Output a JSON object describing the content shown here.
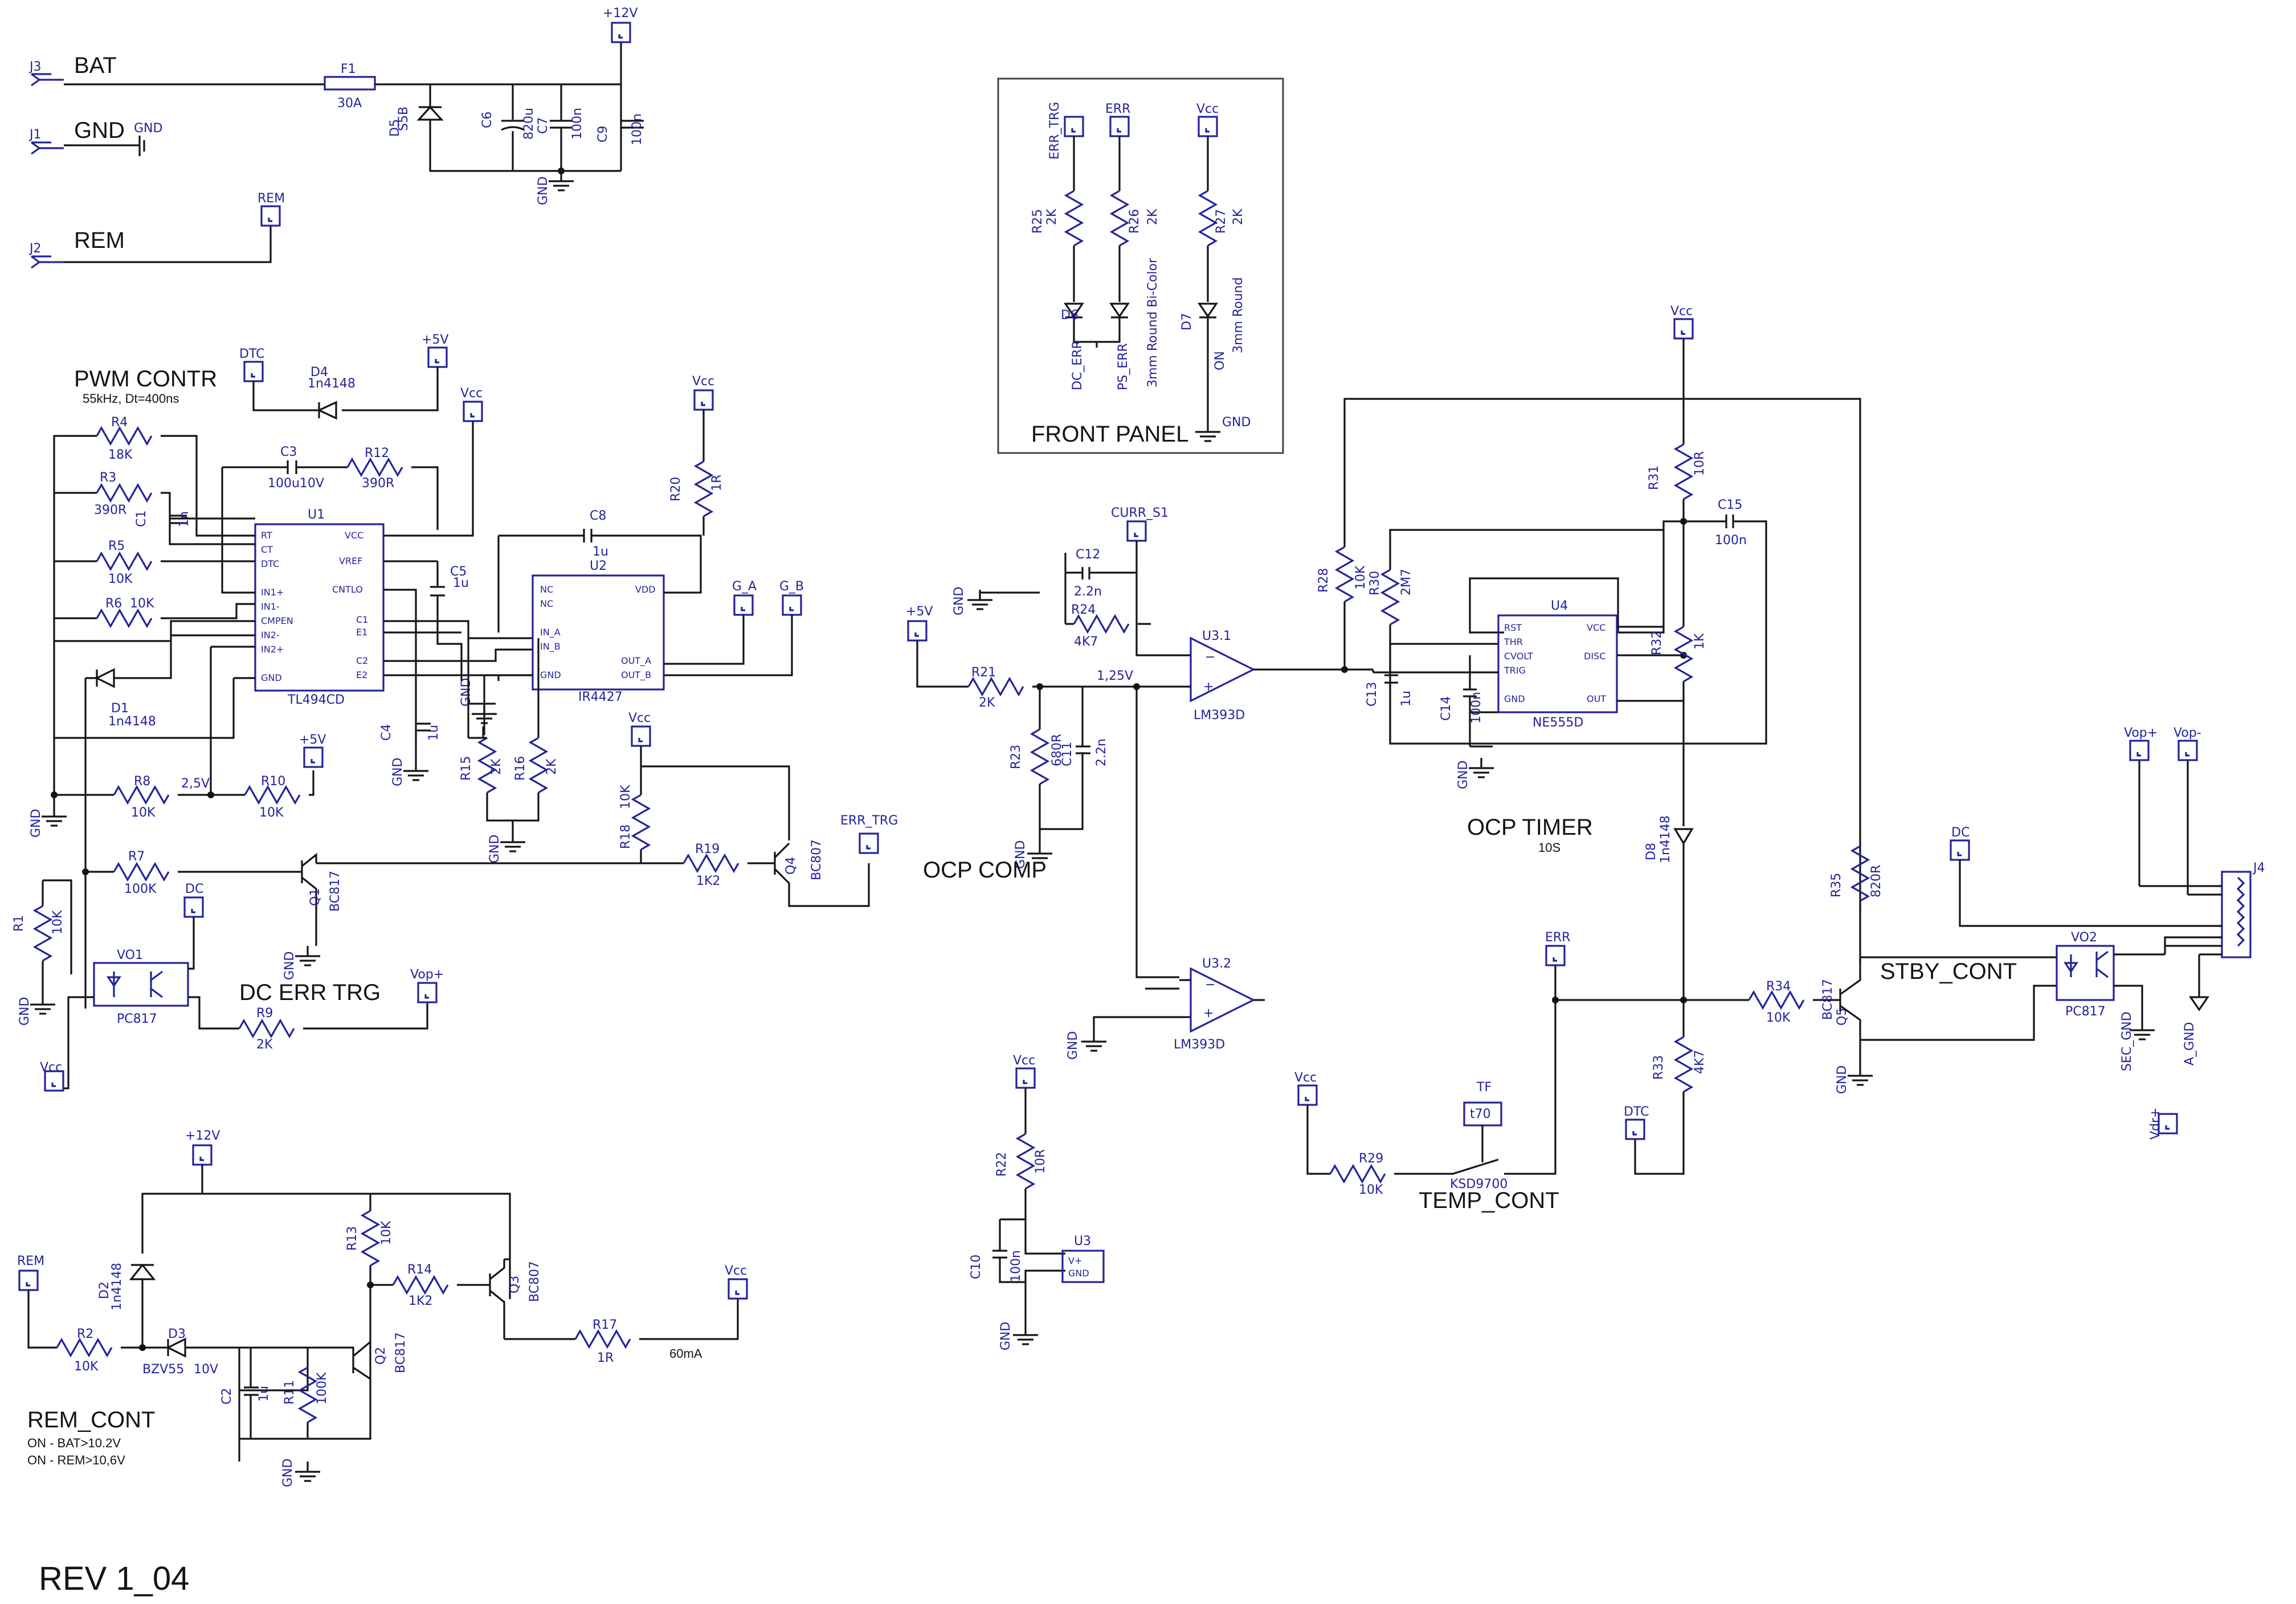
{
  "revision": "REV 1_04",
  "sections": {
    "pwm_contr": "PWM CONTR",
    "pwm_note": "55kHz, Dt=400ns",
    "dc_err_trg": "DC ERR TRG",
    "rem_cont": "REM_CONT",
    "rem_note1": "ON - BAT>10.2V",
    "rem_note2": "ON - REM>10,6V",
    "ocp_comp": "OCP COMP",
    "ocp_timer": "OCP TIMER",
    "ocp_timer_note": "10S",
    "stby_cont": "STBY_CONT",
    "temp_cont": "TEMP_CONT",
    "front_panel": "FRONT PANEL"
  },
  "connectors": [
    {
      "ref": "J3",
      "net": "BAT"
    },
    {
      "ref": "J1",
      "net": "GND"
    },
    {
      "ref": "J2",
      "net": "REM"
    },
    {
      "ref": "J4",
      "net": ""
    }
  ],
  "power_ports": {
    "p12v": "+12V",
    "p5v": "+5V",
    "vcc": "Vcc",
    "gnd": "GND",
    "dtc": "DTC",
    "rem": "REM",
    "err_trg": "ERR_TRG",
    "err": "ERR",
    "curr_s1": "CURR_S1",
    "g_a": "G_A",
    "g_b": "G_B",
    "dc": "DC",
    "vop_plus": "Vop+",
    "vop_minus": "Vop-",
    "sec_gnd": "SEC_GND",
    "a_gnd": "A_GND",
    "vdr_plus": "Vdr+",
    "tf": "TF",
    "t70": "t70"
  },
  "ics": {
    "u1": {
      "ref": "U1",
      "part": "TL494CD",
      "pins_left": [
        "RT",
        "CT",
        "DTC",
        "IN1+",
        "IN1-",
        "CMPEN",
        "IN2-",
        "IN2+",
        "GND"
      ],
      "pins_right": [
        "VCC",
        "VREF",
        "CNTLO",
        "C1",
        "E1",
        "C2",
        "E2"
      ]
    },
    "u2": {
      "ref": "U2",
      "part": "IR4427",
      "pins_left": [
        "NC",
        "NC",
        "IN_A",
        "IN_B",
        "GND"
      ],
      "pins_right": [
        "VDD",
        "OUT_A",
        "OUT_B"
      ]
    },
    "u4": {
      "ref": "U4",
      "part": "NE555D",
      "pins_left": [
        "RST",
        "THR",
        "CVOLT",
        "TRIG",
        "GND"
      ],
      "pins_right": [
        "VCC",
        "DISC",
        "OUT"
      ]
    },
    "u31": {
      "ref": "U3.1",
      "part": "LM393D"
    },
    "u32": {
      "ref": "U3.2",
      "part": "LM393D"
    },
    "u3": {
      "ref": "U3",
      "pins": [
        "V+",
        "GND"
      ]
    }
  },
  "components": {
    "F1": "30A",
    "D5": "S5B",
    "C6": "820u",
    "C7": "100n",
    "C9": "100n",
    "D4": "1n4148",
    "C3": "100u10V",
    "R12": "390R",
    "R4": "18K",
    "R3": "390R",
    "C1": "1n",
    "R5": "10K",
    "R6": "10K",
    "D1": "1n4148",
    "R8": "10K",
    "R10": "10K",
    "v25": "2,5V",
    "C5": "1u",
    "C4": "1u",
    "C8": "1u",
    "R20": "1R",
    "R15": "2K",
    "R16": "2K",
    "R18": "10K",
    "R19": "1K2",
    "Q4": "BC807",
    "R7": "100K",
    "Q1": "BC817",
    "R1": "10K",
    "VO1": "PC817",
    "R9": "2K",
    "R13": "10K",
    "R14": "1K2",
    "Q3": "BC807",
    "D2": "1n4148",
    "D3": "BZV55",
    "d3v": "10V",
    "R2": "10K",
    "C2": "1u",
    "R11": "100K",
    "Q2": "BC817",
    "R17": "1R",
    "i60": "60mA",
    "C12": "2.2n",
    "R24": "4K7",
    "R21": "2K",
    "R23": "680R",
    "C11": "2.2n",
    "v125": "1,25V",
    "R22": "10R",
    "C10": "100n",
    "R25": "2K",
    "R26": "2K",
    "R27": "2K",
    "D6": "",
    "D7": "",
    "D6n": "DC_ERR",
    "D6n2": "PS_ERR",
    "led1": "3mm Round Bi-Color",
    "led2": "3mm Round",
    "D7n": "ON",
    "R28": "10K",
    "R30": "2M7",
    "C13": "1u",
    "C14": "100n",
    "R31": "10R",
    "C15": "100n",
    "R32": "1K",
    "D8": "1n4148",
    "R35": "820R",
    "R33": "4K7",
    "R34": "10K",
    "Q5": "BC817",
    "VO2": "PC817",
    "R29": "10K",
    "TS": "KSD9700"
  },
  "refs": {
    "F1": "F1",
    "D5": "D5",
    "C6": "C6",
    "C7": "C7",
    "C9": "C9",
    "D4": "D4",
    "C3": "C3",
    "R12": "R12",
    "R4": "R4",
    "R3": "R3",
    "C1": "C1",
    "R5": "R5",
    "R6": "R6",
    "D1": "D1",
    "R8": "R8",
    "R10": "R10",
    "C5": "C5",
    "C4": "C4",
    "C8": "C8",
    "R20": "R20",
    "R15": "R15",
    "R16": "R16",
    "R18": "R18",
    "R19": "R19",
    "Q4": "Q4",
    "R7": "R7",
    "Q1": "Q1",
    "R1": "R1",
    "VO1": "VO1",
    "R9": "R9",
    "R13": "R13",
    "R14": "R14",
    "Q3": "Q3",
    "D2": "D2",
    "D3": "D3",
    "R2": "R2",
    "C2": "C2",
    "R11": "R11",
    "Q2": "Q2",
    "R17": "R17",
    "C12": "C12",
    "R24": "R24",
    "R21": "R21",
    "R23": "R23",
    "C11": "C11",
    "R22": "R22",
    "C10": "C10",
    "R25": "R25",
    "R26": "R26",
    "R27": "R27",
    "D6": "D6",
    "D7": "D7",
    "R28": "R28",
    "R30": "R30",
    "C13": "C13",
    "C14": "C14",
    "R31": "R31",
    "C15": "C15",
    "R32": "R32",
    "D8": "D8",
    "R35": "R35",
    "R33": "R33",
    "R34": "R34",
    "Q5": "Q5",
    "VO2": "VO2",
    "R29": "R29"
  }
}
